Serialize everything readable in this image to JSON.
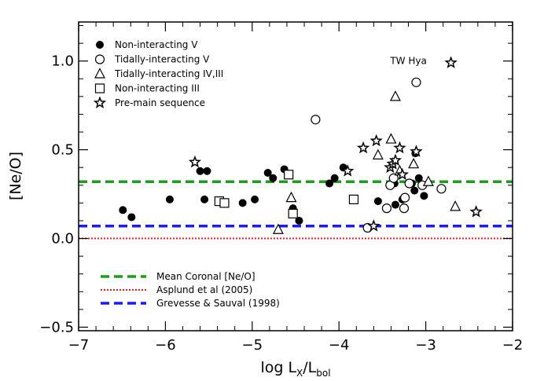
{
  "chart_data": {
    "type": "scatter",
    "xlabel": "log L",
    "xlabel_sub_x": "X",
    "xlabel_slash": "/L",
    "xlabel_sub_bol": "bol",
    "ylabel": "[Ne/O]",
    "xlim": [
      -7,
      -2
    ],
    "ylim": [
      -0.52,
      1.22
    ],
    "x_ticks": [
      -7,
      -6,
      -5,
      -4,
      -3,
      -2
    ],
    "x_tick_labels": [
      "−7",
      "−6",
      "−5",
      "−4",
      "−3",
      "−2"
    ],
    "y_ticks": [
      -0.5,
      0.0,
      0.5,
      1.0
    ],
    "y_tick_labels": [
      "−0.5",
      "0.0",
      "0.5",
      "1.0"
    ],
    "grid": false,
    "legend_placement": "top-left",
    "series": [
      {
        "name": "Non-interacting V",
        "marker": "filled-circle",
        "points": [
          [
            -6.49,
            0.16
          ],
          [
            -6.39,
            0.12
          ],
          [
            -5.95,
            0.22
          ],
          [
            -5.6,
            0.38
          ],
          [
            -5.52,
            0.38
          ],
          [
            -5.55,
            0.22
          ],
          [
            -5.11,
            0.2
          ],
          [
            -4.97,
            0.22
          ],
          [
            -4.82,
            0.37
          ],
          [
            -4.76,
            0.34
          ],
          [
            -4.63,
            0.39
          ],
          [
            -4.53,
            0.17
          ],
          [
            -4.46,
            0.1
          ],
          [
            -4.11,
            0.31
          ],
          [
            -4.05,
            0.34
          ],
          [
            -3.95,
            0.4
          ],
          [
            -3.55,
            0.21
          ],
          [
            -3.36,
            0.31
          ],
          [
            -3.35,
            0.19
          ],
          [
            -3.27,
            0.22
          ],
          [
            -3.16,
            0.31
          ],
          [
            -3.13,
            0.27
          ],
          [
            -3.12,
            0.48
          ],
          [
            -3.08,
            0.34
          ],
          [
            -3.03,
            0.3
          ],
          [
            -3.02,
            0.24
          ]
        ]
      },
      {
        "name": "Tidally-interacting V",
        "marker": "open-circle",
        "points": [
          [
            -4.27,
            0.67
          ],
          [
            -3.11,
            0.88
          ],
          [
            -3.67,
            0.06
          ],
          [
            -3.45,
            0.17
          ],
          [
            -3.41,
            0.3
          ],
          [
            -3.37,
            0.34
          ],
          [
            -3.25,
            0.17
          ],
          [
            -3.24,
            0.23
          ],
          [
            -3.19,
            0.31
          ],
          [
            -3.04,
            0.3
          ],
          [
            -2.82,
            0.28
          ]
        ]
      },
      {
        "name": "Tidally-interacting IV,III",
        "marker": "open-triangle",
        "points": [
          [
            -4.7,
            0.05
          ],
          [
            -4.55,
            0.23
          ],
          [
            -3.55,
            0.47
          ],
          [
            -3.35,
            0.8
          ],
          [
            -3.4,
            0.56
          ],
          [
            -3.3,
            0.38
          ],
          [
            -3.14,
            0.42
          ],
          [
            -2.97,
            0.32
          ],
          [
            -2.66,
            0.18
          ]
        ]
      },
      {
        "name": "Non-interacting III",
        "marker": "open-square",
        "points": [
          [
            -5.38,
            0.21
          ],
          [
            -5.32,
            0.2
          ],
          [
            -4.58,
            0.36
          ],
          [
            -4.53,
            0.14
          ],
          [
            -3.83,
            0.22
          ]
        ]
      },
      {
        "name": "Pre-main sequence",
        "marker": "star",
        "points": [
          [
            -5.66,
            0.43
          ],
          [
            -3.9,
            0.38
          ],
          [
            -3.72,
            0.51
          ],
          [
            -3.57,
            0.55
          ],
          [
            -3.6,
            0.07
          ],
          [
            -3.41,
            0.4
          ],
          [
            -3.38,
            0.42
          ],
          [
            -3.35,
            0.44
          ],
          [
            -3.3,
            0.51
          ],
          [
            -3.27,
            0.36
          ],
          [
            -3.11,
            0.49
          ],
          [
            -2.71,
            0.99
          ],
          [
            -2.42,
            0.15
          ]
        ]
      }
    ],
    "reference_lines": [
      {
        "name": "Mean Coronal [Ne/O]",
        "y": 0.32,
        "color": "#1e9c1e",
        "style": "dashed",
        "width": 3.5
      },
      {
        "name": "Asplund et al (2005)",
        "y": 0.0,
        "color": "#e51c1c",
        "style": "dotted",
        "width": 2
      },
      {
        "name": "Grevesse & Sauval (1998)",
        "y": 0.07,
        "color": "#1c1cf0",
        "style": "dashed",
        "width": 3.5
      }
    ],
    "annotations": [
      {
        "text": "TW Hya",
        "x": -3.0,
        "y": 1.0
      }
    ]
  }
}
